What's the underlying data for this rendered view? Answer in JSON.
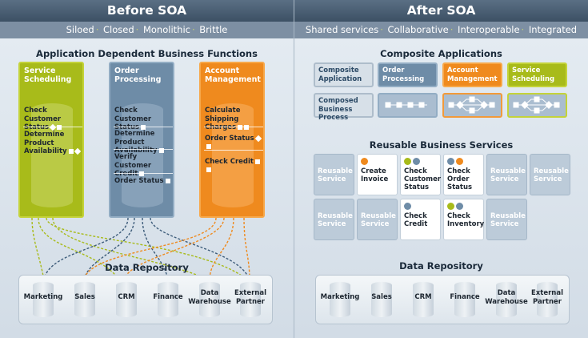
{
  "before": {
    "header": "Before SOA",
    "subheader": [
      "Siloed",
      "Closed",
      "Monolithic",
      "Brittle"
    ],
    "functions_title": "Application Dependent Business Functions",
    "columns": [
      {
        "title_line1": "Service",
        "title_line2": "Scheduling",
        "items": [
          "Check Customer Status",
          "Determine Product Availability"
        ]
      },
      {
        "title_line1": "Order",
        "title_line2": "Processing",
        "items": [
          "Check Customer Status",
          "Determine Product Availability",
          "Verify Customer Credit",
          "Order Status"
        ]
      },
      {
        "title_line1": "Account",
        "title_line2": "Management",
        "items": [
          "Calculate Shipping Charges",
          "Order Status",
          "Check Credit"
        ]
      }
    ],
    "repository_title": "Data Repository",
    "repositories": [
      "Marketing",
      "Sales",
      "CRM",
      "Finance",
      "Data Warehouse",
      "External Partner"
    ]
  },
  "after": {
    "header": "After SOA",
    "subheader": [
      "Shared services",
      "Collaborative",
      "Interoperable",
      "Integrated"
    ],
    "composite_title": "Composite Applications",
    "composite": [
      {
        "line1": "Composite",
        "line2": "Application"
      },
      {
        "line1": "Order",
        "line2": "Processing"
      },
      {
        "line1": "Account",
        "line2": "Management"
      },
      {
        "line1": "Service",
        "line2": "Scheduling"
      }
    ],
    "composed": {
      "line1": "Composed",
      "line2": "Business Process"
    },
    "services_title": "Reusable Business Services",
    "services_row1": [
      {
        "lines": [
          "Reusable",
          "Service"
        ],
        "dots": []
      },
      {
        "lines": [
          "Create",
          "Invoice"
        ],
        "dots": [
          "#ef8a1e"
        ]
      },
      {
        "lines": [
          "Check",
          "Customer",
          "Status"
        ],
        "dots": [
          "#a8bb1a",
          "#6e8ca7"
        ]
      },
      {
        "lines": [
          "Check",
          "Order",
          "Status"
        ],
        "dots": [
          "#6e8ca7",
          "#ef8a1e"
        ]
      },
      {
        "lines": [
          "Reusable",
          "Service"
        ],
        "dots": []
      },
      {
        "lines": [
          "Reusable",
          "Service"
        ],
        "dots": []
      }
    ],
    "services_row2": [
      {
        "lines": [
          "Reusable",
          "Service"
        ],
        "dots": []
      },
      {
        "lines": [
          "Reusable",
          "Service"
        ],
        "dots": []
      },
      {
        "lines": [
          "Check",
          "Credit"
        ],
        "dots": [
          "#6e8ca7"
        ]
      },
      {
        "lines": [
          "Check",
          "Inventory"
        ],
        "dots": [
          "#a8bb1a",
          "#6e8ca7"
        ]
      },
      {
        "lines": [
          "Reusable",
          "Service"
        ],
        "dots": []
      }
    ],
    "repository_title": "Data Repository",
    "repositories": [
      "Marketing",
      "Sales",
      "CRM",
      "Finance",
      "Data Warehouse",
      "External Partner"
    ]
  },
  "colors": {
    "green": "#a8bb1a",
    "blue": "#6e8ca7",
    "orange": "#ef8a1e",
    "header": "#3c5064"
  }
}
